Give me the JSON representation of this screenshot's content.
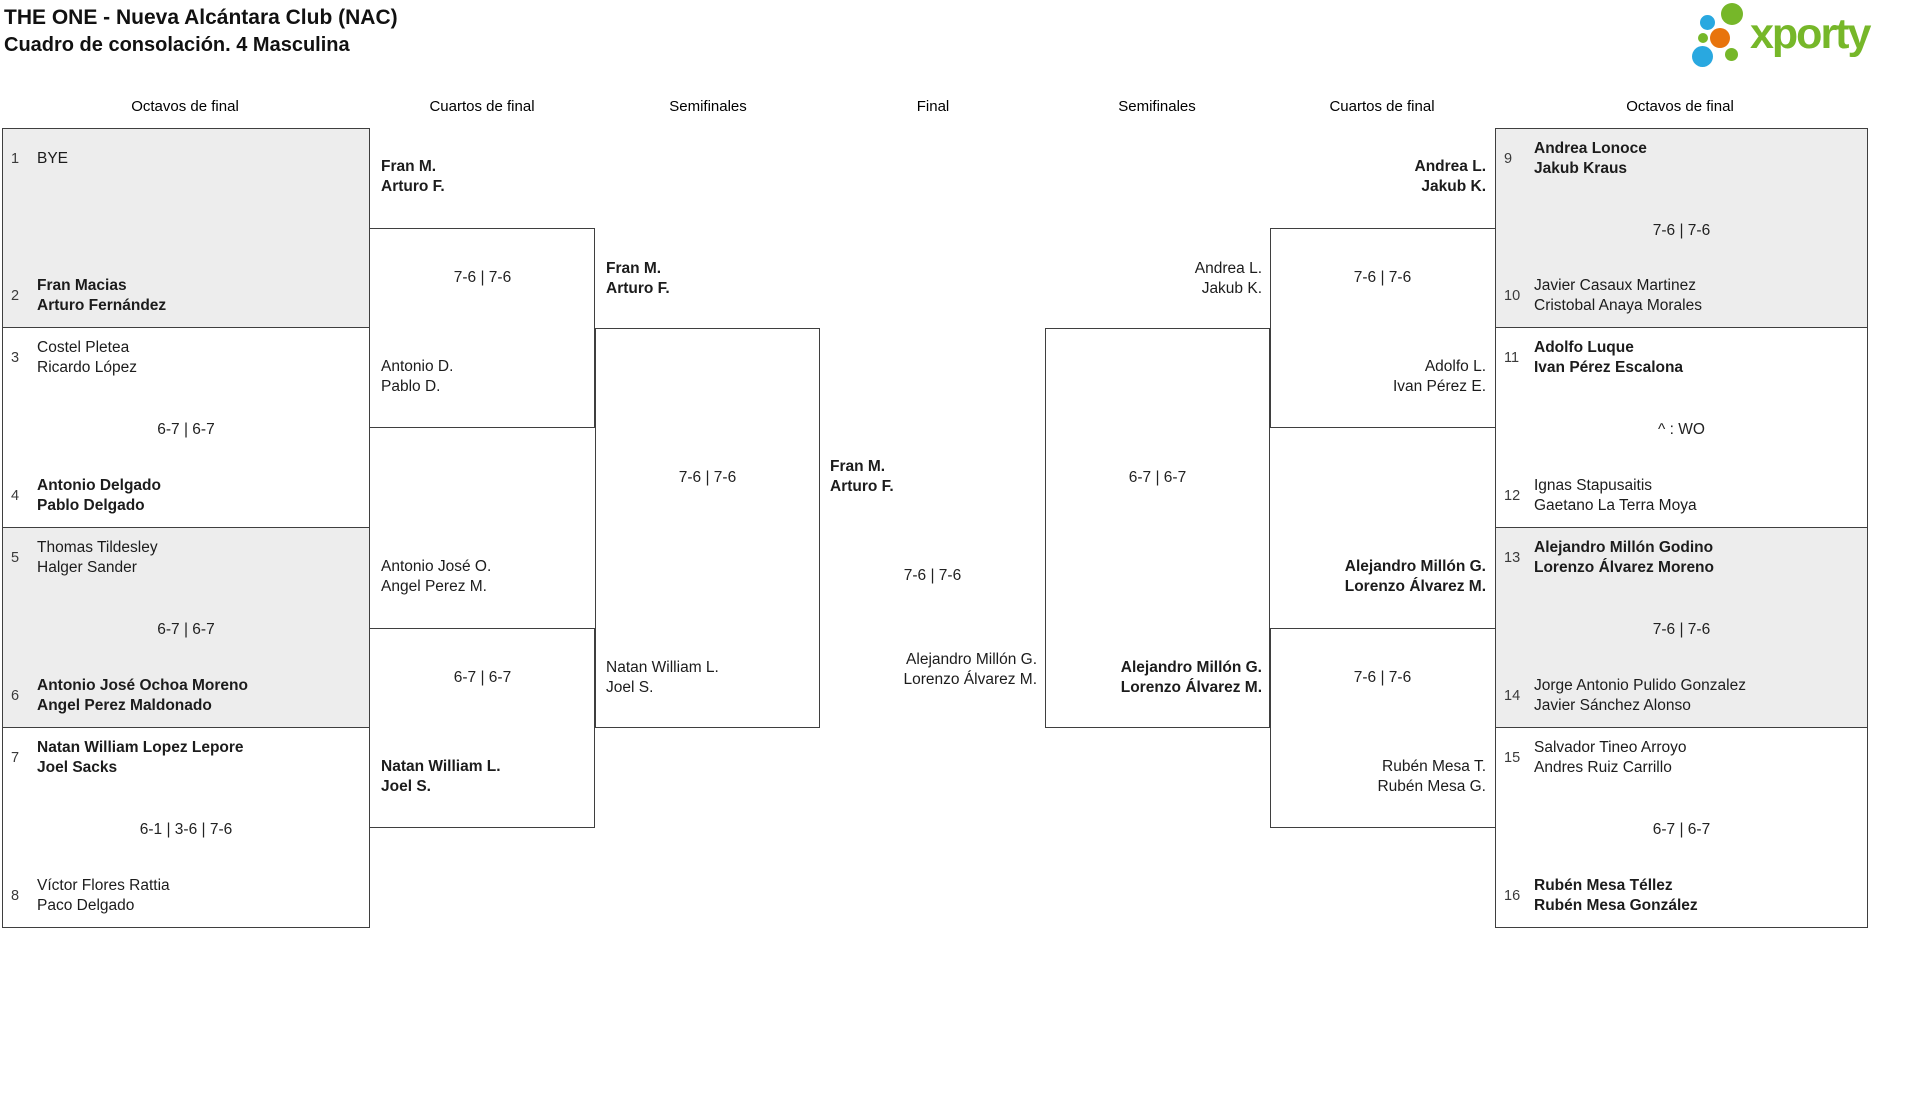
{
  "title": {
    "line1": "THE ONE - Nueva Alcántara Club (NAC)",
    "line2": "Cuadro de consolación. 4 Masculina"
  },
  "logo": {
    "text": "xporty",
    "green": "#76b729",
    "blue": "#29a8e0",
    "orange": "#e8740c"
  },
  "round_headers": [
    "Octavos de final",
    "Cuartos de final",
    "Semifinales",
    "Final",
    "Semifinales",
    "Cuartos de final",
    "Octavos de final"
  ],
  "first_round": [
    {
      "top_seed": "1",
      "top": [
        "BYE"
      ],
      "score": "",
      "bottom_seed": "2",
      "bottom": [
        "Fran Macias",
        "Arturo Fernández"
      ]
    },
    {
      "top_seed": "3",
      "top": [
        "Costel Pletea",
        "Ricardo López"
      ],
      "score": "6-7 | 6-7",
      "bottom_seed": "4",
      "bottom": [
        "Antonio Delgado",
        "Pablo Delgado"
      ]
    },
    {
      "top_seed": "5",
      "top": [
        "Thomas Tildesley",
        "Halger Sander"
      ],
      "score": "6-7 | 6-7",
      "bottom_seed": "6",
      "bottom": [
        "Antonio José Ochoa Moreno",
        "Angel Perez Maldonado"
      ]
    },
    {
      "top_seed": "7",
      "top": [
        "Natan William Lopez Lepore",
        "Joel Sacks"
      ],
      "score": "6-1 | 3-6 | 7-6",
      "bottom_seed": "8",
      "bottom": [
        "Víctor Flores Rattia",
        "Paco Delgado"
      ]
    },
    {
      "top_seed": "9",
      "top": [
        "Andrea Lonoce",
        "Jakub Kraus"
      ],
      "score": "7-6 | 7-6",
      "bottom_seed": "10",
      "bottom": [
        "Javier Casaux Martinez",
        "Cristobal Anaya Morales"
      ]
    },
    {
      "top_seed": "11",
      "top": [
        "Adolfo Luque",
        "Ivan Pérez Escalona"
      ],
      "score": "^ : WO",
      "bottom_seed": "12",
      "bottom": [
        "Ignas Stapusaitis",
        "Gaetano La Terra Moya"
      ]
    },
    {
      "top_seed": "13",
      "top": [
        "Alejandro Millón Godino",
        "Lorenzo Álvarez Moreno"
      ],
      "score": "7-6 | 7-6",
      "bottom_seed": "14",
      "bottom": [
        "Jorge Antonio Pulido Gonzalez",
        "Javier Sánchez Alonso"
      ]
    },
    {
      "top_seed": "15",
      "top": [
        "Salvador Tineo Arroyo",
        "Andres Ruiz Carrillo"
      ],
      "score": "6-7 | 6-7",
      "bottom_seed": "16",
      "bottom": [
        "Rubén Mesa Téllez",
        "Rubén Mesa González"
      ]
    }
  ],
  "quarterfinals": [
    {
      "top": [
        "Fran M.",
        "Arturo F."
      ],
      "score": "7-6 | 7-6",
      "bottom": [
        "Antonio D.",
        "Pablo D."
      ]
    },
    {
      "top": [
        "Antonio José O.",
        "Angel Perez M."
      ],
      "score": "6-7 | 6-7",
      "bottom": [
        "Natan William L.",
        "Joel S."
      ]
    },
    {
      "top": [
        "Andrea L.",
        "Jakub K."
      ],
      "score": "7-6 | 7-6",
      "bottom": [
        "Adolfo L.",
        "Ivan Pérez E."
      ]
    },
    {
      "top": [
        "Alejandro Millón G.",
        "Lorenzo Álvarez M."
      ],
      "score": "7-6 | 7-6",
      "bottom": [
        "Rubén Mesa T.",
        "Rubén Mesa G."
      ]
    }
  ],
  "semifinals": [
    {
      "top": [
        "Fran M.",
        "Arturo F."
      ],
      "score": "7-6 | 7-6",
      "bottom": [
        "Natan William L.",
        "Joel S."
      ]
    },
    {
      "top": [
        "Andrea L.",
        "Jakub K."
      ],
      "score": "6-7 | 6-7",
      "bottom": [
        "Alejandro Millón G.",
        "Lorenzo Álvarez M."
      ]
    }
  ],
  "final": {
    "top": [
      "Fran M.",
      "Arturo F."
    ],
    "score": "7-6 | 7-6",
    "bottom": [
      "Alejandro Millón G.",
      "Lorenzo Álvarez M."
    ]
  }
}
